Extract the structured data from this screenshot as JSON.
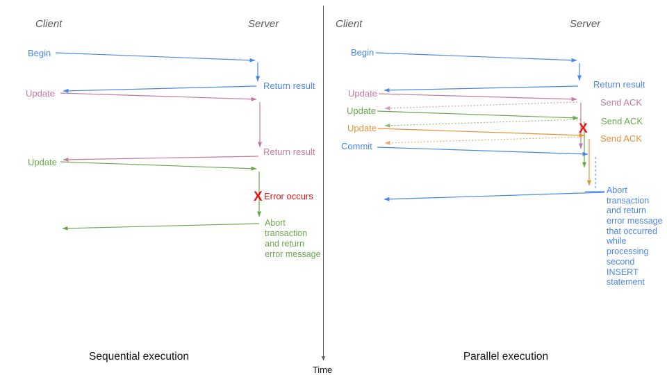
{
  "colors": {
    "blue": "#4a86e8",
    "pink": "#c27ba0",
    "green": "#6aa84f",
    "orange": "#e69138",
    "red": "#ee1111",
    "actor_gray": "#595959",
    "axis_gray": "#595959"
  },
  "time_label": "Time",
  "left": {
    "title": "Sequential execution",
    "client": "Client",
    "server": "Server",
    "begin": "Begin",
    "return_result_1": "Return result",
    "update_1": "Update",
    "return_result_2": "Return result",
    "update_2": "Update",
    "error_mark": "X",
    "error_text": "Error occurs",
    "abort_lines": [
      "Abort",
      "transaction",
      "and return",
      "error message"
    ]
  },
  "right": {
    "title": "Parallel execution",
    "client": "Client",
    "server": "Server",
    "begin": "Begin",
    "return_result": "Return result",
    "update_1": "Update",
    "send_ack_1": "Send ACK",
    "update_2": "Update",
    "send_ack_2": "Send ACK",
    "update_3": "Update",
    "send_ack_3": "Send ACK",
    "commit": "Commit",
    "error_mark": "X",
    "abort_lines": [
      "Abort",
      "transaction",
      "and return",
      "error message",
      "that occurred",
      "while",
      "processing",
      "second",
      "INSERT",
      "statement"
    ]
  }
}
